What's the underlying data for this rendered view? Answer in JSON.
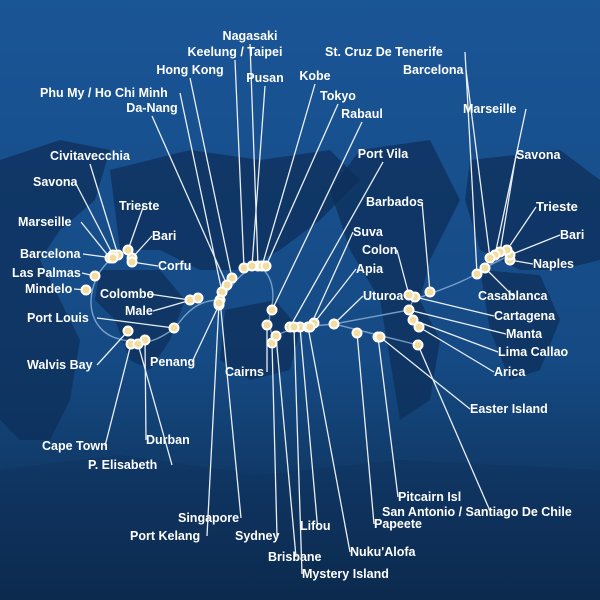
{
  "map": {
    "colors": {
      "ocean_top": "#1a5596",
      "ocean_bottom": "#0b2848",
      "land": "#0d2f5a",
      "label": "#ffffff",
      "port_dot": "#f3dca0"
    },
    "ports": [
      "Nagasaki",
      "Keelung / Taipei",
      "Hong Kong",
      "Pusan",
      "Kobe",
      "Tokyo",
      "Phu My / Ho Chi Minh",
      "Da-Nang",
      "Rabaul",
      "Port Vila",
      "Civitavecchia",
      "Savona",
      "Trieste",
      "Marseille",
      "Bari",
      "Barcelona",
      "Corfu",
      "Las Palmas",
      "Mindelo",
      "Colombo",
      "Male",
      "Port Louis",
      "Walvis Bay",
      "Penang",
      "Cairns",
      "Cape Town",
      "Durban",
      "P. Elisabeth",
      "Singapore",
      "Port Kelang",
      "Sydney",
      "Brisbane",
      "Lifou",
      "Nuku'Alofa",
      "Mystery Island",
      "Papeete",
      "San Antonio / Santiago De Chile",
      "Pitcairn Isl",
      "Easter Island",
      "Arica",
      "Lima Callao",
      "Manta",
      "Cartagena",
      "Casablanca",
      "Uturoa",
      "Apia",
      "Colon",
      "Suva",
      "Barbados",
      "Naples",
      "Bari",
      "Trieste",
      "Savona",
      "Marseille",
      "Barcelona",
      "St. Cruz De Tenerife"
    ]
  }
}
